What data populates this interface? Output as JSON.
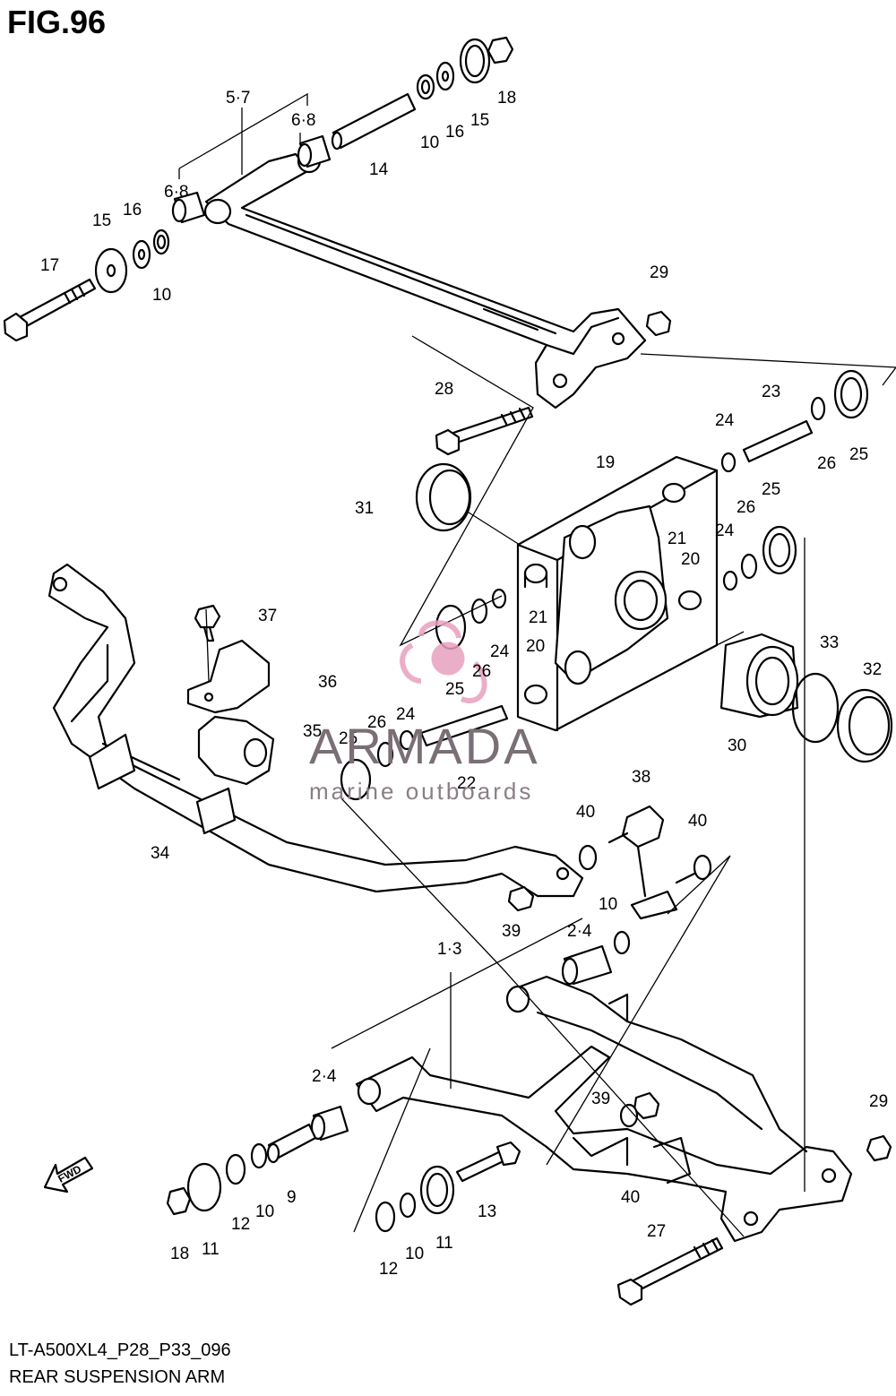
{
  "figure": {
    "title": "FIG.96",
    "model_code": "LT-A500XL4_P28_P33_096",
    "caption": "REAR SUSPENSION ARM",
    "fwd_label": "FWD"
  },
  "watermark": {
    "name": "ARMADA",
    "tagline": "marine outboards",
    "logo_color": "#e8a0c0",
    "text_color": "#7a6f76"
  },
  "callouts": [
    "5·7",
    "6·8",
    "6·8",
    "14",
    "10",
    "16",
    "15",
    "18",
    "15",
    "16",
    "17",
    "10",
    "29",
    "28",
    "23",
    "24",
    "26",
    "25",
    "19",
    "31",
    "21",
    "26",
    "25",
    "24",
    "37",
    "20",
    "21",
    "24",
    "26",
    "25",
    "20",
    "33",
    "32",
    "36",
    "25",
    "26",
    "24",
    "30",
    "35",
    "22",
    "34",
    "38",
    "40",
    "40",
    "39",
    "10",
    "2·4",
    "1·3",
    "2·4",
    "39",
    "29",
    "9",
    "12",
    "10",
    "11",
    "18",
    "13",
    "40",
    "11",
    "10",
    "12",
    "27"
  ]
}
